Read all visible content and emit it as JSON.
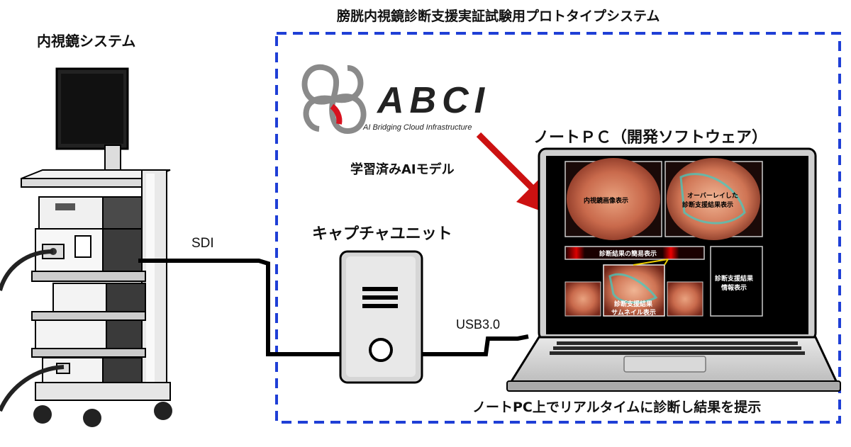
{
  "header": {
    "endoscope_system_title": "内視鏡システム",
    "prototype_title": "膀胱内視鏡診断支援実証試験用プロトタイプシステム"
  },
  "abci": {
    "logo_text": "ABCI",
    "logo_subtitle": "AI Bridging Cloud Infrastructure",
    "model_label": "学習済みAIモデル"
  },
  "connections": {
    "sdi_label": "SDI",
    "usb_label": "USB3.0"
  },
  "capture_unit": {
    "label": "キャプチャユニット"
  },
  "laptop": {
    "title": "ノートＰＣ（開発ソフトウェア）",
    "screen": {
      "panel_endoscope": "内視鏡画像表示",
      "panel_overlay_line1": "オーバーレイした",
      "panel_overlay_line2": "診断支援結果表示",
      "simple_result": "診断結果の簡易表示",
      "info_line1": "診断支援結果",
      "info_line2": "情報表示",
      "thumb_line1": "診断支援結果",
      "thumb_line2": "サムネイル表示"
    }
  },
  "footer": {
    "caption": "ノートPC上でリアルタイムに診断し結果を提示"
  },
  "colors": {
    "dashed_border": "#1f3fd6",
    "arrow_red": "#cc1111",
    "abci_red": "#d8121f",
    "screen_black": "#000000"
  }
}
